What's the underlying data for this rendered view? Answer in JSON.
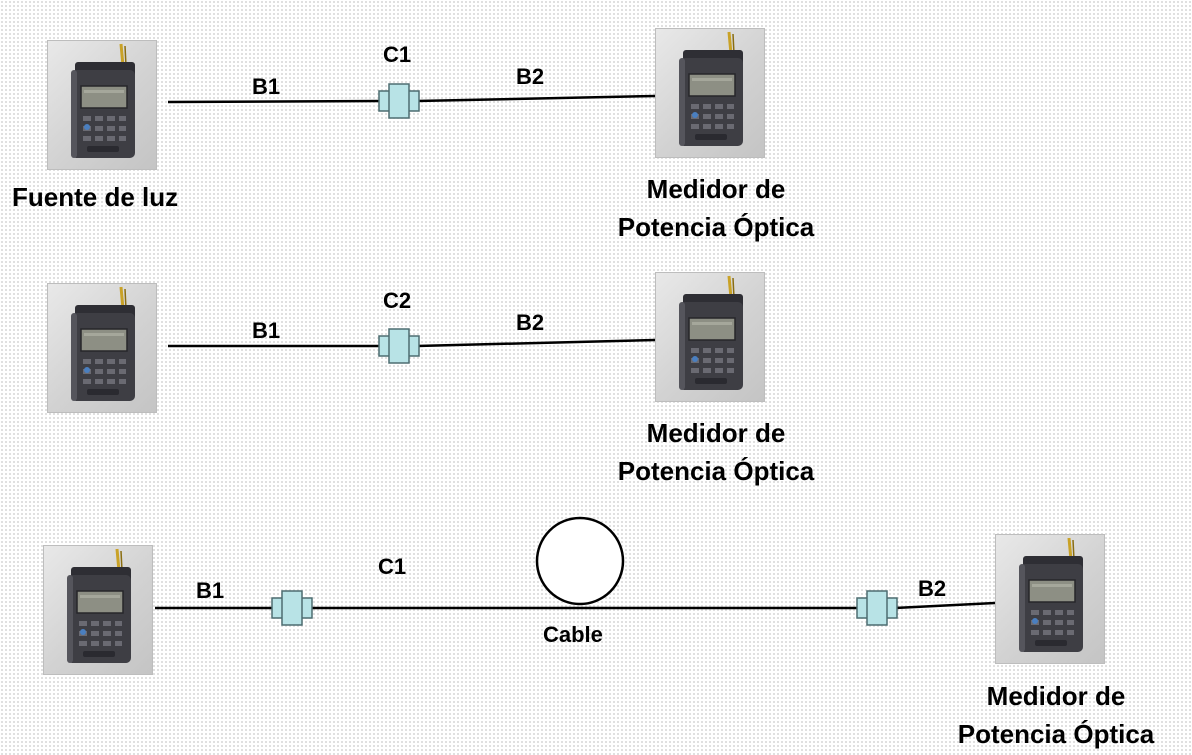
{
  "diagram": {
    "row1": {
      "left_label": "B1",
      "connector_label": "C1",
      "right_label": "B2",
      "source_caption": "Fuente de luz",
      "meter_caption_line1": "Medidor de",
      "meter_caption_line2": "Potencia Óptica"
    },
    "row2": {
      "left_label": "B1",
      "connector_label": "C2",
      "right_label": "B2",
      "meter_caption_line1": "Medidor de",
      "meter_caption_line2": "Potencia Óptica"
    },
    "row3": {
      "left_label": "B1",
      "connector_label": "C1",
      "cable_label": "Cable",
      "right_label": "B2",
      "meter_caption_line1": "Medidor de",
      "meter_caption_line2": "Potencia Óptica"
    }
  },
  "colors": {
    "connector_fill": "#b8e3e6",
    "connector_stroke": "#4d6d70",
    "wire": "#000000",
    "device_body": "#3e3e44"
  },
  "icons": {
    "device": "handheld-optical-meter-icon",
    "connector": "fiber-connector-icon",
    "cable_spool": "cable-spool-icon"
  }
}
